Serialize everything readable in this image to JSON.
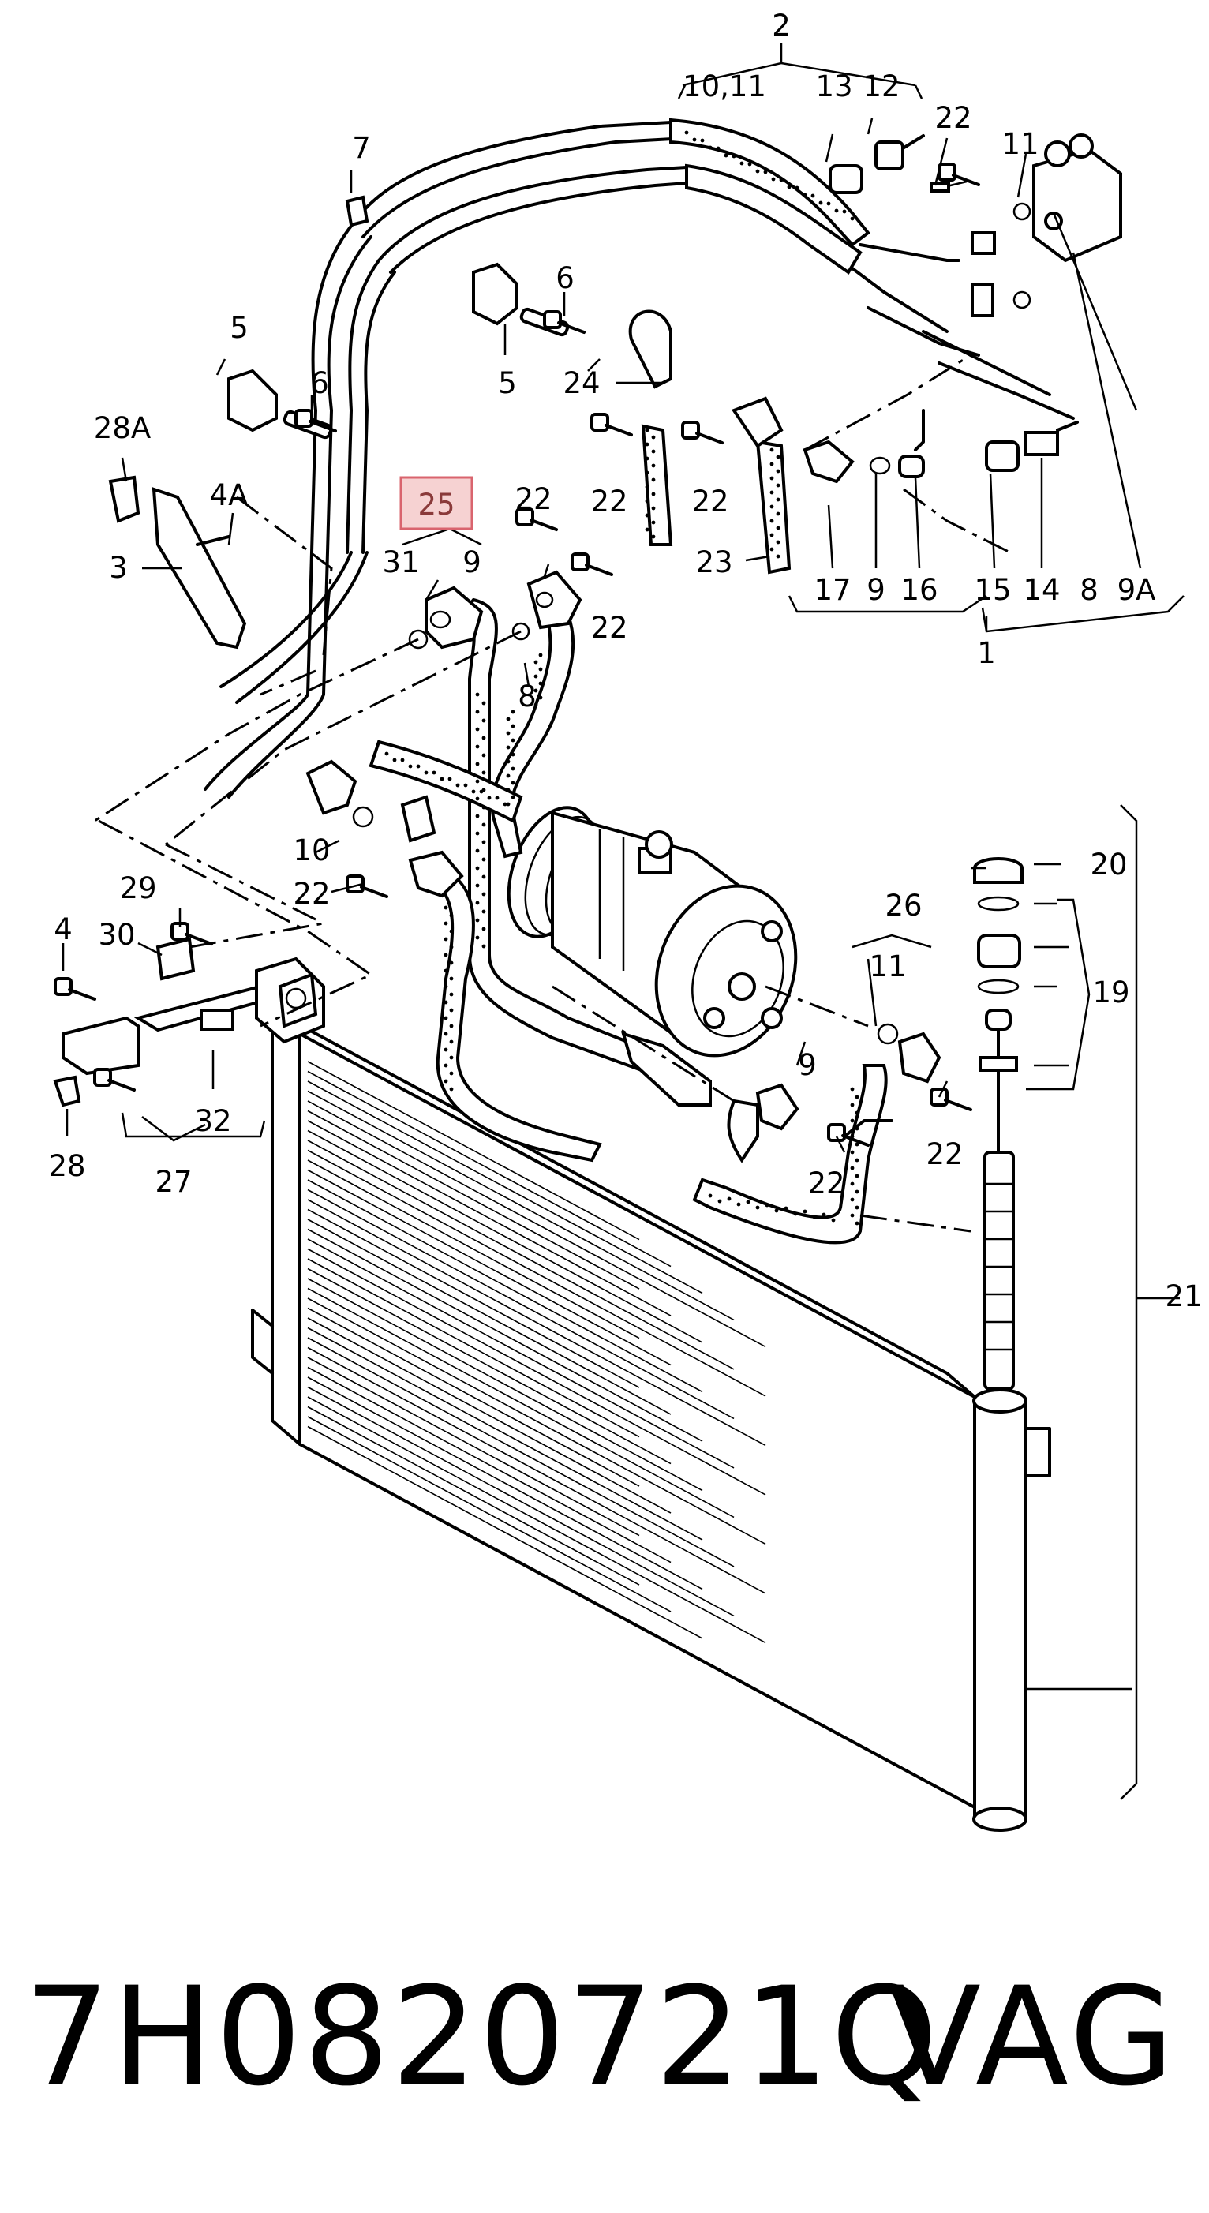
{
  "callouts": [
    {
      "id": "c-2",
      "text": "2"
    },
    {
      "id": "c-10-11",
      "text": "10,11"
    },
    {
      "id": "c-13",
      "text": "13"
    },
    {
      "id": "c-12",
      "text": "12"
    },
    {
      "id": "c-22a",
      "text": "22"
    },
    {
      "id": "c-11a",
      "text": "11"
    },
    {
      "id": "c-7",
      "text": "7"
    },
    {
      "id": "c-6a",
      "text": "6"
    },
    {
      "id": "c-5a",
      "text": "5"
    },
    {
      "id": "c-5b",
      "text": "5"
    },
    {
      "id": "c-6b",
      "text": "6"
    },
    {
      "id": "c-24",
      "text": "24"
    },
    {
      "id": "c-28a",
      "text": "28A"
    },
    {
      "id": "c-4a",
      "text": "4A"
    },
    {
      "id": "c-3",
      "text": "3"
    },
    {
      "id": "c-25",
      "text": "25"
    },
    {
      "id": "c-22b",
      "text": "22"
    },
    {
      "id": "c-31",
      "text": "31"
    },
    {
      "id": "c-9a",
      "text": "9"
    },
    {
      "id": "c-22c",
      "text": "22"
    },
    {
      "id": "c-8a",
      "text": "8"
    },
    {
      "id": "c-22d",
      "text": "22"
    },
    {
      "id": "c-22e",
      "text": "22"
    },
    {
      "id": "c-23",
      "text": "23"
    },
    {
      "id": "c-17",
      "text": "17"
    },
    {
      "id": "c-9b",
      "text": "9"
    },
    {
      "id": "c-16",
      "text": "16"
    },
    {
      "id": "c-15",
      "text": "15"
    },
    {
      "id": "c-14",
      "text": "14"
    },
    {
      "id": "c-8b",
      "text": "8"
    },
    {
      "id": "c-9A",
      "text": "9A"
    },
    {
      "id": "c-1",
      "text": "1"
    },
    {
      "id": "c-10",
      "text": "10"
    },
    {
      "id": "c-22f",
      "text": "22"
    },
    {
      "id": "c-20",
      "text": "20"
    },
    {
      "id": "c-26",
      "text": "26"
    },
    {
      "id": "c-29",
      "text": "29"
    },
    {
      "id": "c-4",
      "text": "4"
    },
    {
      "id": "c-30",
      "text": "30"
    },
    {
      "id": "c-11b",
      "text": "11"
    },
    {
      "id": "c-19",
      "text": "19"
    },
    {
      "id": "c-9c",
      "text": "9"
    },
    {
      "id": "c-22g",
      "text": "22"
    },
    {
      "id": "c-22h",
      "text": "22"
    },
    {
      "id": "c-32",
      "text": "32"
    },
    {
      "id": "c-28",
      "text": "28"
    },
    {
      "id": "c-27",
      "text": "27"
    },
    {
      "id": "c-21",
      "text": "21"
    }
  ],
  "highlighted_callout": "25",
  "footer": {
    "part_number": "7H0820721Q",
    "brand": "VAG"
  }
}
